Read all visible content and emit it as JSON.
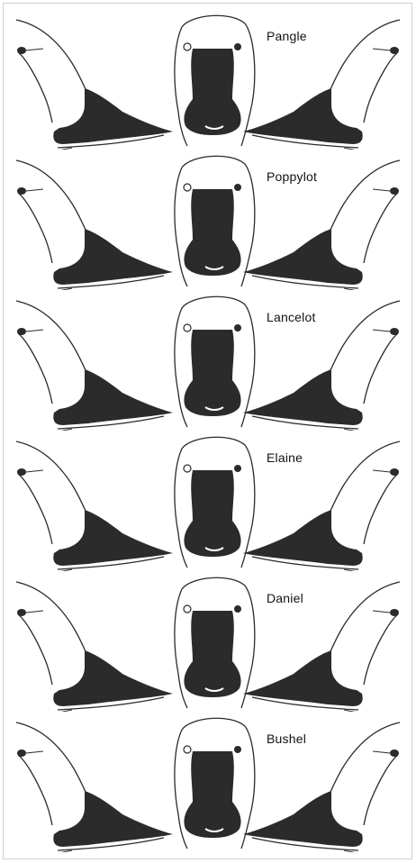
{
  "figure": {
    "rows": [
      {
        "name": "Pangle"
      },
      {
        "name": "Poppylot"
      },
      {
        "name": "Lancelot"
      },
      {
        "name": "Elaine"
      },
      {
        "name": "Daniel"
      },
      {
        "name": "Bushel"
      }
    ]
  },
  "colors": {
    "ink": "#2b2b2b",
    "background": "#ffffff",
    "frame": "#cfcfcf"
  }
}
